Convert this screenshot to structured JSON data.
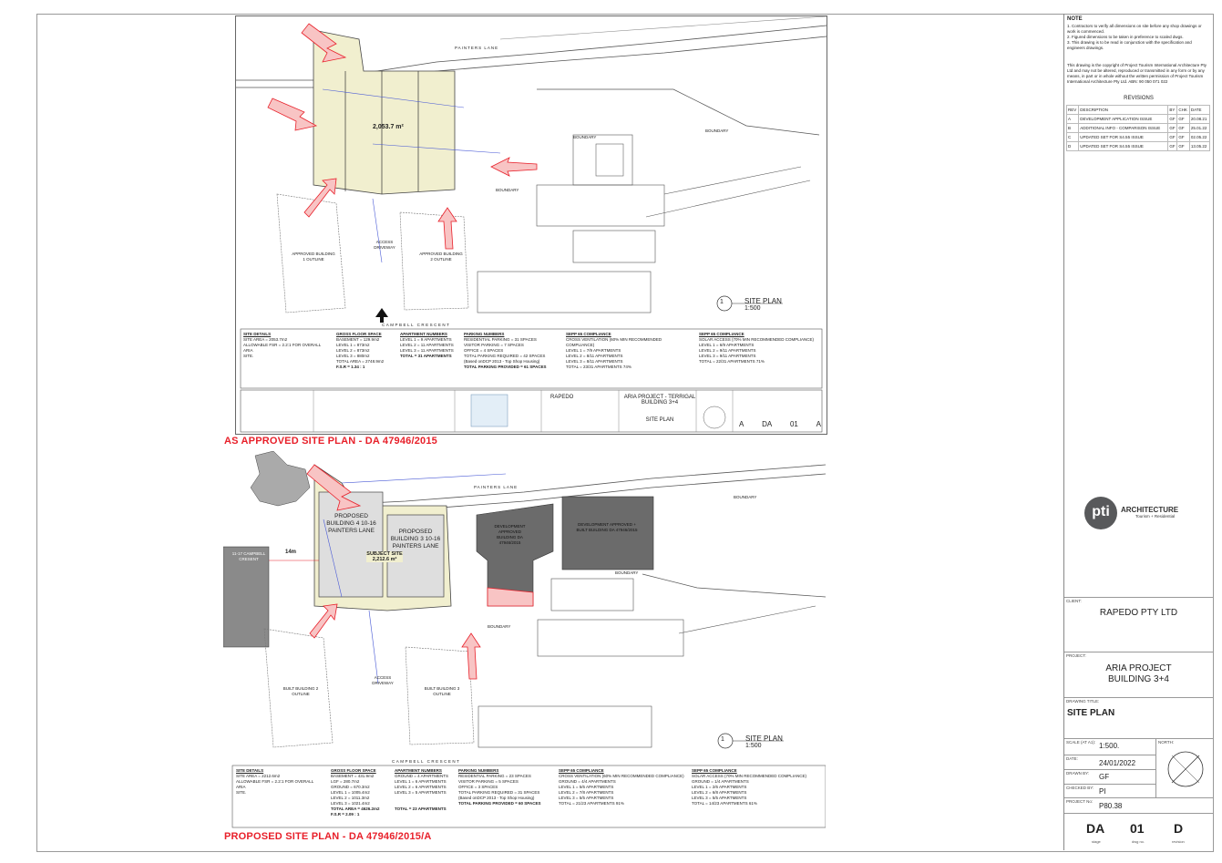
{
  "top_plan": {
    "title": "AS APPROVED SITE PLAN - DA 47946/2015",
    "site_plan_label": "SITE PLAN",
    "scale": "1:500",
    "number": "1",
    "area": "2,053.7 m²",
    "street_top": "PAINTERS LANE",
    "street_bottom": "CAMPBELL CRESCENT",
    "labels": [
      "BOUNDARY",
      "BOUNDARY",
      "BOUNDARY",
      "APPROVED BUILDING 1 OUTLINE",
      "APPROVED BUILDING 2 OUTLINE",
      "ACCESS DRIVEWAY"
    ],
    "table": {
      "headers": [
        "SITE DETAILS",
        "GROSS FLOOR SPACE",
        "APARTMENT NUMBERS",
        "PARKING NUMBERS",
        "SEPP 65 COMPLIANCE",
        "SEPP 65 COMPLIANCE"
      ],
      "col1": [
        "SITE AREA = 2053.7m2",
        "ALLOWABLE FSR = 2.2:1 FOR OVERALL ARIA",
        "SITE."
      ],
      "col2": [
        "BASEMENT = 129.9m2",
        "LEVEL 1 = 873m2",
        "LEVEL 2 = 873m2",
        "LEVEL 3 = 880m2",
        "TOTAL AREA = 2748.9m2",
        "F.S.R = 1.34 : 1"
      ],
      "col3": [
        "LEVEL 1 = 9 APARTMENTS",
        "LEVEL 2 = 11 APARTMENTS",
        "LEVEL 3 = 11 APARTMENTS",
        "TOTAL = 31 APARTMENTS"
      ],
      "col4": [
        "RESIDENTIAL PARKING = 31 SPACES",
        "VISITOR PARKING = 7 SPACES",
        "OFFICE = 4 SPACES",
        "TOTAL PARKING REQUIRED = 42 SPACES",
        "(Based onDCP 2013 - Top Shop Housing)",
        "TOTAL PARKING PROVIDED = 61 SPACES"
      ],
      "col5": [
        "CROSS VENTILATION (60% MIN RECOMMENDED COMPLIANCE)",
        "LEVEL 1 = 7/9 APARTMENTS",
        "LEVEL 2 = 8/11 APARTMENTS",
        "LEVEL 3 = 8/11 APARTMENTS",
        "TOTAL = 23/31 APARTMENTS 74%"
      ],
      "col6": [
        "SOLAR ACCESS (70% MIN RECOMMENDED COMPLIANCE)",
        "LEVEL 1 = 6/9 APARTMENTS",
        "LEVEL 2 = 9/11 APARTMENTS",
        "LEVEL 3 = 9/11 APARTMENTS",
        "TOTAL = 22/31 APARTMENTS 71%"
      ]
    },
    "tb_client": "RAPEDO",
    "tb_project": "ARIA PROJECT - TERRIGAL BUILDING 3+4",
    "tb_title": "SITE PLAN",
    "tb_codes": [
      "A",
      "DA",
      "01",
      "A"
    ]
  },
  "bottom_plan": {
    "title": "PROPOSED SITE PLAN - DA 47946/2015/A",
    "site_plan_label": "SITE PLAN",
    "scale": "1:500",
    "number": "1",
    "street_top": "PAINTERS LANE",
    "street_bottom": "CAMPBELL CRESCENT",
    "building4": "PROPOSED BUILDING 4 10-16 PAINTERS LANE",
    "building3": "PROPOSED BUILDING 3 10-16 PAINTERS LANE",
    "subject_site": "SUBJECT SITE 2,212.6 m²",
    "dev_approved": "DEVELOPMENT APPROVED BUILDING DA 47946/2015",
    "dev_built": "DEVELOPMENT APPROVED + BUILT BUILDING DA 47946/2015",
    "setback": "14m",
    "campbell": "11-17 CAMPBELL CRESENT",
    "labels": [
      "BOUNDARY",
      "BOUNDARY",
      "BOUNDARY",
      "BUILT BUILDING 2 OUTLINE",
      "BUILT BUILDING 3 OUTLINE",
      "ACCESS DRIVEWAY"
    ],
    "table": {
      "headers": [
        "SITE DETAILS",
        "GROSS FLOOR SPACE",
        "APARTMENT NUMBERS",
        "PARKING NUMBERS",
        "SEPP 65 COMPLIANCE",
        "SEPP 65 COMPLIANCE"
      ],
      "col1": [
        "SITE AREA = 2212.6m2",
        "ALLOWABLE FSR = 2.2:1 FOR OVERALL ARIA",
        "SITE."
      ],
      "col2": [
        "BASEMENT = 431.9m2",
        "LGF = 280.7m2",
        "GROUND = 670.3m2",
        "LEVEL 1 = 1005.4m2",
        "LEVEL 2 = 1011.3m2",
        "LEVEL 3 = 1021.4m2",
        "TOTAL AREA = 4626.2m2",
        "F.S.R = 2.09 : 1"
      ],
      "col3": [
        "GROUND = 4 APARTMENTS",
        "LEVEL 1 = 6 APARTMENTS",
        "LEVEL 2 = 6 APARTMENTS",
        "LEVEL 3 = 5 APARTMENTS",
        "TOTAL = 23 APARTMENTS"
      ],
      "col4": [
        "RESIDENTIAL PARKING = 23 SPACES",
        "VISITOR PARKING = 5 SPACES",
        "OFFICE = 3 SPACES",
        "TOTAL PARKING REQUIRED = 31 SPACES",
        "(Based onDCP 2013 - Top Shop Housing)",
        "TOTAL PARKING PROVIDED = 60 SPACES"
      ],
      "col5": [
        "CROSS VENTILATION (60% MIN RECOMMENDED COMPLIANCE)",
        "GROUND = 4/4 APARTMENTS",
        "LEVEL 1 = 5/6 APARTMENTS",
        "LEVEL 2 = 7/8 APARTMENTS",
        "LEVEL 3 = 5/5 APARTMENTS",
        "TOTAL = 21/23 APARTMENTS 91%"
      ],
      "col6": [
        "SOLAR ACCESS (70% MIN RECOMMENDED COMPLIANCE)",
        "GROUND = 1/4 APARTMENTS",
        "LEVEL 1 = 2/6 APARTMENTS",
        "LEVEL 2 = 6/8 APARTMENTS",
        "LEVEL 3 = 5/5 APARTMENTS",
        "TOTAL = 14/23 APARTMENTS 61%"
      ]
    }
  },
  "titleblock": {
    "note_heading": "NOTE",
    "notes": [
      "1. Contractors to verify all dimensions on site before any shop drawings or work is commenced.",
      "2. Figured dimensions to be taken in preference to scaled dwgs.",
      "3. This drawing is to be read in conjunction with the specification and engineers drawings."
    ],
    "copyright": "This drawing is the copyright of Project Tourism International Architecture Pty Ltd and may not be altered, reproduced or transmitted in any form or by any means, in part or in whole without the written permission of Project Tourism International Architecture Pty Ltd. ABN: 90 050 071 022",
    "revisions_heading": "REVISIONS",
    "rev_headers": [
      "REV",
      "DESCRIPTION",
      "BY",
      "CHK",
      "DATE"
    ],
    "revisions": [
      [
        "A",
        "DEVELOPMENT APPLICATION ISSUE",
        "GF",
        "GF",
        "20.08.21"
      ],
      [
        "B",
        "ADDITIONAL INFO - COMPARISON ISSUE",
        "GF",
        "GF",
        "25.01.22"
      ],
      [
        "C",
        "UPDATED SET FOR S4.55 ISSUE",
        "GF",
        "GF",
        "02.05.22"
      ],
      [
        "D",
        "UPDATED SET FOR S4.55 ISSUE",
        "GF",
        "GF",
        "13.05.22"
      ]
    ],
    "logo_text": "pti",
    "logo_arch": "ARCHITECTURE",
    "logo_sub": "Tourism + Residential",
    "client_label": "CLIENT:",
    "client": "RAPEDO PTY LTD",
    "project_label": "PROJECT:",
    "project_line1": "ARIA PROJECT",
    "project_line2": "BUILDING 3+4",
    "drawing_title_label": "DRAWING TITLE:",
    "drawing_title": "SITE PLAN",
    "scale_label": "SCALE (AT A1):",
    "scale": "1:500.",
    "north_label": "NORTH:",
    "date_label": "DATE:",
    "date": "24/01/2022",
    "drawn_label": "DRAWN BY:",
    "drawn": "GF",
    "checked_label": "CHECKED BY:",
    "checked": "PI",
    "project_no_label": "PROJECT No:",
    "project_no": "P80.38",
    "stage": "DA",
    "dwg_no": "01",
    "revision": "D",
    "stage_caption": "stage",
    "dwg_caption": "dwg no.",
    "rev_caption": "revision"
  },
  "colors": {
    "red": "#e8202a",
    "site_fill": "#f1efcf",
    "dark_building": "#6b6b6b",
    "blue_line": "#4a5bd6"
  }
}
